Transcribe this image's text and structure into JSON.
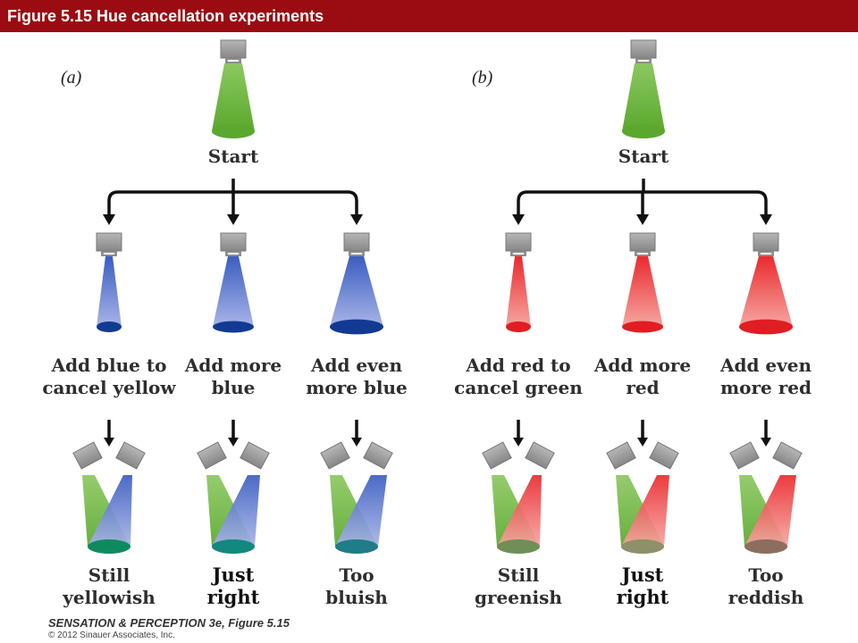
{
  "header": {
    "title": "Figure 5.15  Hue cancellation experiments"
  },
  "colors": {
    "header_bg": "#9b0b12",
    "green": "#6cb33a",
    "blue": "#1d3f9c",
    "red": "#e8232a",
    "lamp_gray": "#9a9a9a"
  },
  "panels": [
    {
      "letter": "(a)",
      "start": "Start",
      "steps": [
        {
          "label": [
            "Add blue to",
            "cancel yellow"
          ],
          "amount": "small",
          "result": [
            "Still",
            "yellowish"
          ],
          "result_emphasis": false,
          "overlap_color": "#0f8a5e"
        },
        {
          "label": [
            "Add more",
            "blue"
          ],
          "amount": "medium",
          "result": [
            "Just",
            "right"
          ],
          "result_emphasis": true,
          "overlap_color": "#12887e"
        },
        {
          "label": [
            "Add even",
            "more blue"
          ],
          "amount": "large",
          "result": [
            "Too",
            "bluish"
          ],
          "result_emphasis": false,
          "overlap_color": "#207c86"
        }
      ],
      "add_color": "blue"
    },
    {
      "letter": "(b)",
      "start": "Start",
      "steps": [
        {
          "label": [
            "Add red to",
            "cancel green"
          ],
          "amount": "small",
          "result": [
            "Still",
            "greenish"
          ],
          "result_emphasis": false,
          "overlap_color": "#6f8f56"
        },
        {
          "label": [
            "Add more",
            "red"
          ],
          "amount": "medium",
          "result": [
            "Just",
            "right"
          ],
          "result_emphasis": true,
          "overlap_color": "#8d9068"
        },
        {
          "label": [
            "Add even",
            "more red"
          ],
          "amount": "large",
          "result": [
            "Too",
            "reddish"
          ],
          "result_emphasis": false,
          "overlap_color": "#8c6e5f"
        }
      ],
      "add_color": "red"
    }
  ],
  "footer": {
    "book": "SENSATION & PERCEPTION 3e, Figure 5.15",
    "copyright": "© 2012 Sinauer Associates, Inc."
  }
}
